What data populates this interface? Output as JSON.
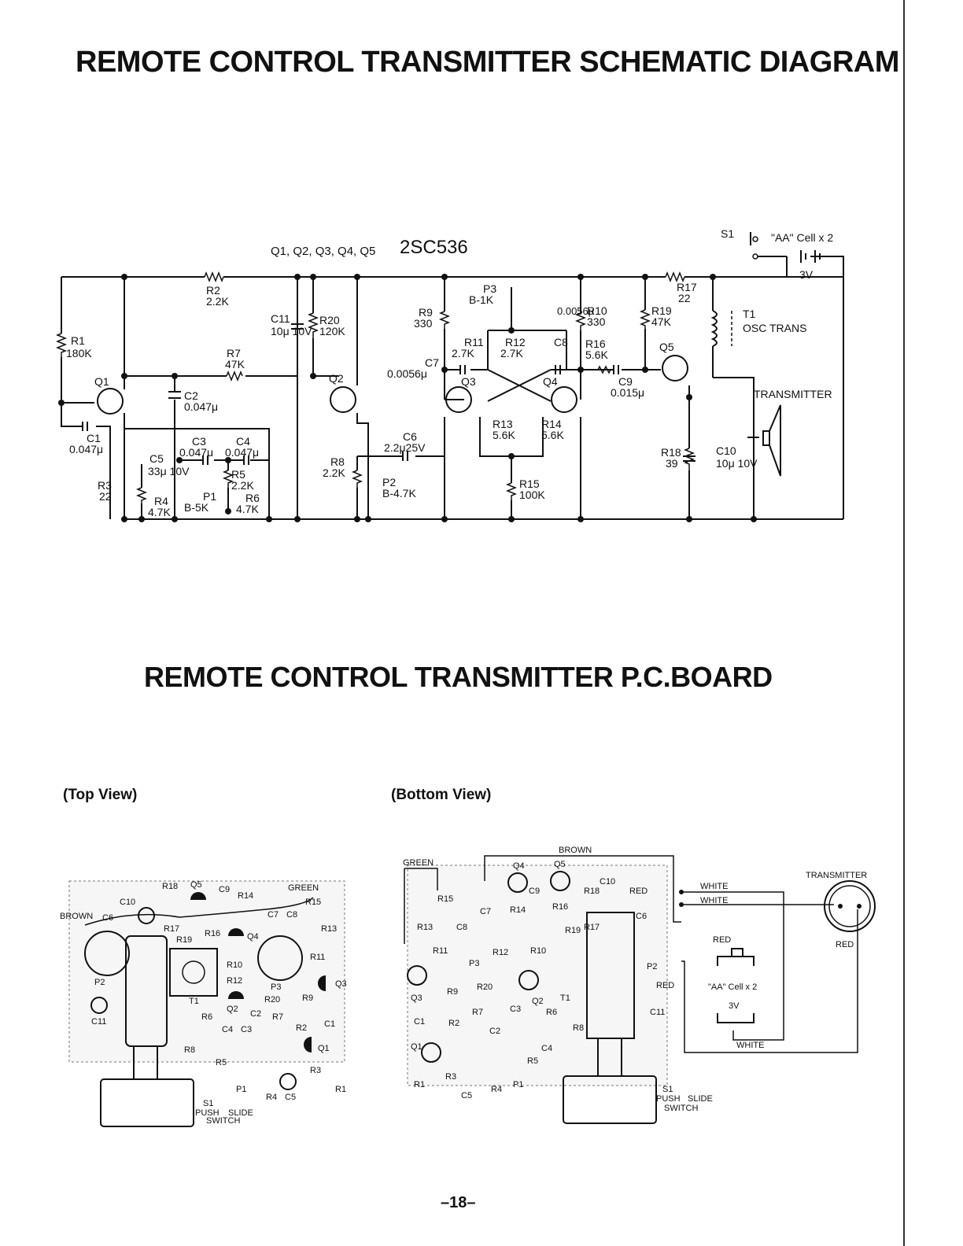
{
  "titles": {
    "schematic": "REMOTE CONTROL TRANSMITTER SCHEMATIC DIAGRAM",
    "pcboard": "REMOTE CONTROL TRANSMITTER P.C.BOARD"
  },
  "views": {
    "top": "(Top View)",
    "bottom": "(Bottom View)"
  },
  "page_number": "–18–",
  "schematic": {
    "transistor_list": "Q1, Q2, Q3, Q4, Q5",
    "transistor_type": "2SC536",
    "transistors": [
      "Q1",
      "Q2",
      "Q3",
      "Q4",
      "Q5"
    ],
    "components": [
      {
        "ref": "R1",
        "value": "180K"
      },
      {
        "ref": "R2",
        "value": "2.2K"
      },
      {
        "ref": "R3",
        "value": "22"
      },
      {
        "ref": "R4",
        "value": "4.7K"
      },
      {
        "ref": "R5",
        "value": "2.2K"
      },
      {
        "ref": "R6",
        "value": "4.7K"
      },
      {
        "ref": "R7",
        "value": "47K"
      },
      {
        "ref": "R8",
        "value": "2.2K"
      },
      {
        "ref": "R9",
        "value": "330"
      },
      {
        "ref": "R10",
        "value": "330"
      },
      {
        "ref": "R11",
        "value": "2.7K"
      },
      {
        "ref": "R12",
        "value": "2.7K"
      },
      {
        "ref": "R13",
        "value": "5.6K"
      },
      {
        "ref": "R14",
        "value": "5.6K"
      },
      {
        "ref": "R15",
        "value": "100K"
      },
      {
        "ref": "R16",
        "value": "5.6K"
      },
      {
        "ref": "R17",
        "value": "22"
      },
      {
        "ref": "R18",
        "value": "39"
      },
      {
        "ref": "R19",
        "value": "47K"
      },
      {
        "ref": "R20",
        "value": "120K"
      },
      {
        "ref": "C1",
        "value": "0.047μ"
      },
      {
        "ref": "C2",
        "value": "0.047μ"
      },
      {
        "ref": "C3",
        "value": "0.047μ"
      },
      {
        "ref": "C4",
        "value": "0.047μ"
      },
      {
        "ref": "C5",
        "value": "33μ 10V"
      },
      {
        "ref": "C6",
        "value": "2.2μ25V"
      },
      {
        "ref": "C7",
        "value": "0.0056μ"
      },
      {
        "ref": "C8",
        "value": "0.0056μ"
      },
      {
        "ref": "C9",
        "value": "0.015μ"
      },
      {
        "ref": "C10",
        "value": "10μ 10V"
      },
      {
        "ref": "C11",
        "value": "10μ 10V"
      },
      {
        "ref": "P1",
        "value": "B-5K"
      },
      {
        "ref": "P2",
        "value": "B-4.7K"
      },
      {
        "ref": "P3",
        "value": "B-1K"
      }
    ],
    "switch": "S1",
    "battery": "\"AA\" Cell x 2",
    "voltage": "3V",
    "transformer": "T1",
    "transformer_desc": "OSC TRANS",
    "transmitter": "TRANSMITTER"
  },
  "pcb_top": {
    "labels": [
      "R18",
      "Q5",
      "C9",
      "R14",
      "GREEN",
      "C10",
      "R15",
      "BROWN",
      "C6",
      "C7",
      "C8",
      "R17",
      "R16",
      "R13",
      "R19",
      "Q4",
      "R10",
      "R11",
      "P2",
      "R12",
      "P3",
      "Q3",
      "T1",
      "R20",
      "R9",
      "C11",
      "Q2",
      "R6",
      "C2",
      "R7",
      "C4",
      "C3",
      "R2",
      "C1",
      "R8",
      "Q1",
      "R5",
      "R3",
      "P1",
      "R4",
      "C5",
      "R1"
    ],
    "switch_ref": "S1",
    "switch_desc": [
      "PUSH",
      "SLIDE",
      "SWITCH"
    ]
  },
  "pcb_bottom": {
    "labels": [
      "Q4",
      "Q5",
      "R15",
      "C10",
      "R18",
      "C9",
      "R14",
      "R16",
      "C7",
      "C6",
      "R13",
      "C8",
      "R19",
      "R17",
      "R11",
      "R12",
      "R10",
      "P3",
      "Q3",
      "R9",
      "R20",
      "Q2",
      "T1",
      "P2",
      "C11",
      "R7",
      "C3",
      "R6",
      "C1",
      "R2",
      "C2",
      "R8",
      "Q1",
      "C4",
      "R5",
      "R3",
      "R1",
      "R4",
      "P1",
      "C5"
    ],
    "wires": {
      "green": "GREEN",
      "brown": "BROWN",
      "white": "WHITE",
      "red": "RED"
    },
    "transmitter": "TRANSMITTER",
    "battery": "\"AA\" Cell x 2",
    "voltage": "3V",
    "switch_ref": "S1",
    "switch_desc": [
      "PUSH",
      "SLIDE",
      "SWITCH"
    ]
  }
}
